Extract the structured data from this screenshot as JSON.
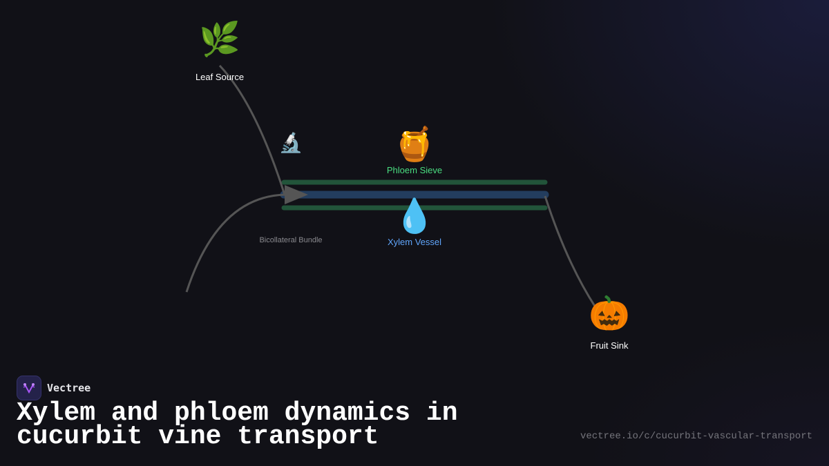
{
  "diagram": {
    "nodes": {
      "leaf_source": {
        "icon": "🌿",
        "icon_name": "herb-icon",
        "label": "Leaf Source"
      },
      "microscope": {
        "icon": "🔬",
        "icon_name": "microscope-icon"
      },
      "phloem_sieve": {
        "icon": "🍯",
        "icon_name": "honey-pot-icon",
        "label": "Phloem Sieve"
      },
      "xylem_vessel": {
        "icon": "💧",
        "icon_name": "droplet-icon",
        "label": "Xylem Vessel"
      },
      "bundle": {
        "label": "Bicollateral Bundle"
      },
      "fruit_sink": {
        "icon": "🎃",
        "icon_name": "pumpkin-icon",
        "label": "Fruit Sink"
      }
    },
    "colors": {
      "phloem": "#22543a",
      "xylem": "#233d5e",
      "edge": "#555555",
      "phloem_label": "#4ade80",
      "xylem_label": "#60a5fa"
    }
  },
  "brand": {
    "name": "Vectree"
  },
  "title": "Xylem and phloem dynamics in cucurbit vine transport",
  "url": "vectree.io/c/cucurbit-vascular-transport"
}
